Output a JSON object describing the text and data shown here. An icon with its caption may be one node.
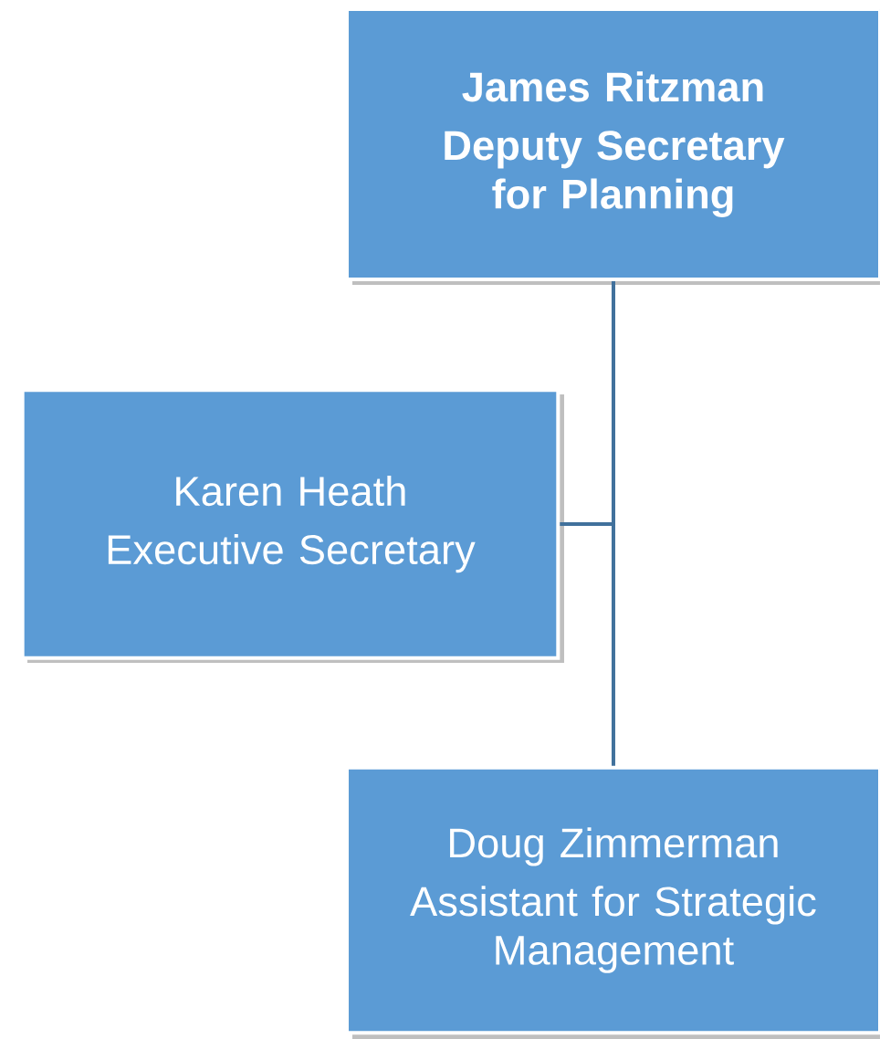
{
  "diagram": {
    "nodes": [
      {
        "text": [
          "James Ritzman",
          "Deputy Secretary for Planning"
        ]
      },
      {
        "text": [
          "Karen Heath",
          "Executive Secretary"
        ]
      },
      {
        "text": [
          "Doug Zimmerman",
          "Assistant for Strategic Management"
        ]
      }
    ],
    "edges": [
      {
        "from": 0,
        "to": 1,
        "arrow": "none"
      },
      {
        "from": 0,
        "to": 2,
        "arrow": "none"
      }
    ]
  }
}
